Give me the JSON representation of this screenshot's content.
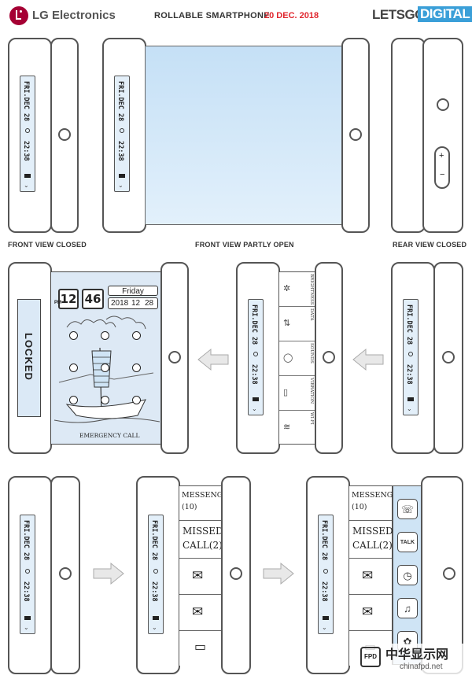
{
  "header": {
    "brand": "LG Electronics",
    "title": "ROLLABLE SMARTPHONE",
    "date": "20 DEC. 2018",
    "site_a": "LETSGO",
    "site_b": "DIGITAL"
  },
  "labels": {
    "front_closed": "FRONT VIEW CLOSED",
    "front_partly": "FRONT VIEW PARTLY OPEN",
    "rear_closed": "REAR VIEW CLOSED"
  },
  "strip": {
    "date": "FRI.DEC 28",
    "time": "22:38"
  },
  "quick_settings": [
    "BRIGHTNESS",
    "DATA",
    "SOUNDS",
    "VIBRATION",
    "WI-FI"
  ],
  "lock": {
    "locked_label": "LOCKED",
    "hour": "12",
    "minute": "46",
    "ampm": "PM",
    "day": "Friday",
    "date_y": "2018",
    "date_m": "12",
    "date_d": "28",
    "emergency": "EMERGENCY CALL"
  },
  "notifications": {
    "messenger": "MESSENGER",
    "messenger_count": "(10)",
    "missed": "MISSED",
    "missed_count": "CALL(2)"
  },
  "apps": [
    "phone-icon",
    "talk-icon",
    "clock-icon",
    "music-icon",
    "flower-icon"
  ],
  "app_talk_label": "TALK",
  "watermark": {
    "text": "中华显示网",
    "url": "chinafpd.net"
  },
  "colors": {
    "accent_blue": "#3a9fd8",
    "date_red": "#e0252d",
    "lg_red": "#a50034",
    "screen_blue": "#c5e0f6"
  }
}
